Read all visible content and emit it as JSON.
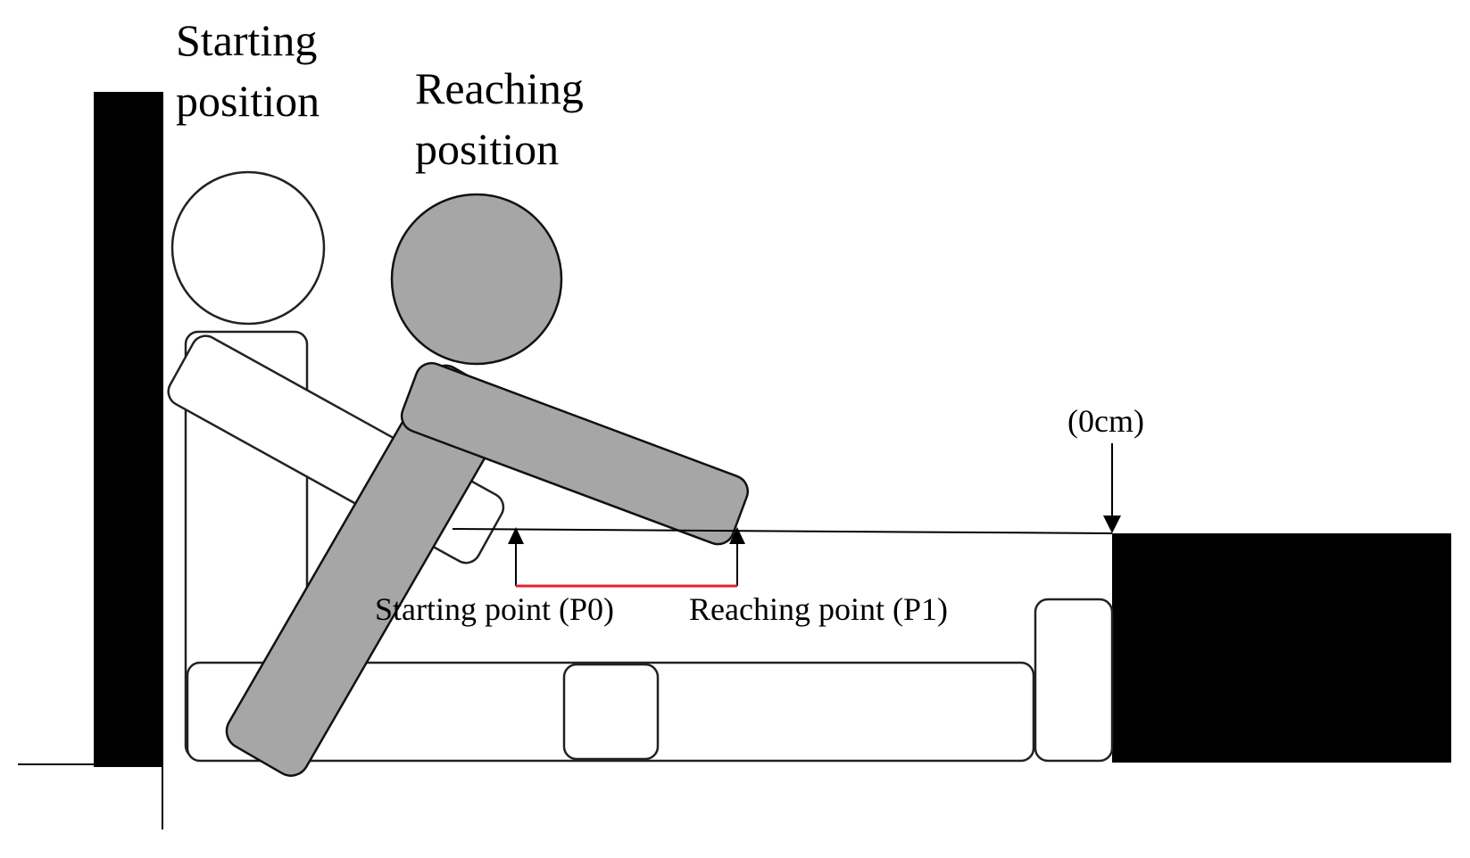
{
  "labels": {
    "starting_position_line1": "Starting",
    "starting_position_line2": "position",
    "reaching_position_line1": "Reaching",
    "reaching_position_line2": "position",
    "zero_mark": "(0cm)",
    "starting_point": "Starting point (P0)",
    "reaching_point": "Reaching point (P1)"
  },
  "colors": {
    "reaching_figure_fill": "#a6a6a6",
    "wall_and_block": "#000000",
    "reach_distance_line": "#e0242a"
  }
}
